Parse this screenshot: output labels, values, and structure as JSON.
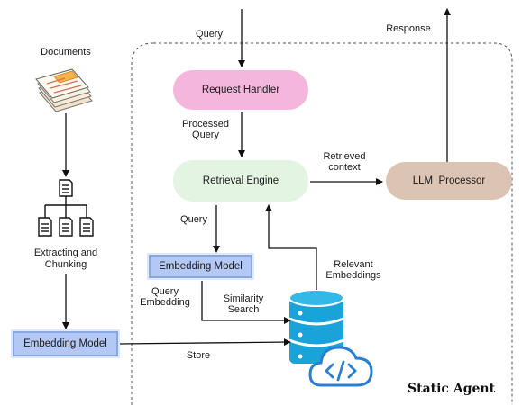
{
  "diagram": {
    "region_title": "Static Agent",
    "nodes": {
      "documents": "Documents",
      "extract": "Extracting and Chunking",
      "embed_left": "Embedding Model",
      "request_handler": "Request Handler",
      "retrieval_engine": "Retrieval Engine",
      "llm_processor": "LLM  Processor",
      "embed_inner": "Embedding Model"
    },
    "edges": {
      "query_top": "Query",
      "response": "Response",
      "processed_query_1": "Processed",
      "processed_query_2": "Query",
      "retrieved_context_1": "Retrieved",
      "retrieved_context_2": "context",
      "query_mid": "Query",
      "relevant_1": "Relevant",
      "relevant_2": "Embeddings",
      "query_embedding_1": "Query",
      "query_embedding_2": "Embedding",
      "similarity_1": "Similarity",
      "similarity_2": "Search",
      "store": "Store"
    },
    "colors": {
      "request_handler_fill": "#f4b6dc",
      "retrieval_engine_fill": "#e4f4e2",
      "llm_processor_fill": "#dcc4b4",
      "embedding_fill": "#b3c8f4",
      "embedding_border": "#8aa8e0",
      "database_blue": "#1aa3d8",
      "cloud_blue": "#2b7fd0"
    },
    "icons": [
      "documents-stack-icon",
      "document-hierarchy-icon",
      "database-icon",
      "cloud-code-icon"
    ]
  }
}
